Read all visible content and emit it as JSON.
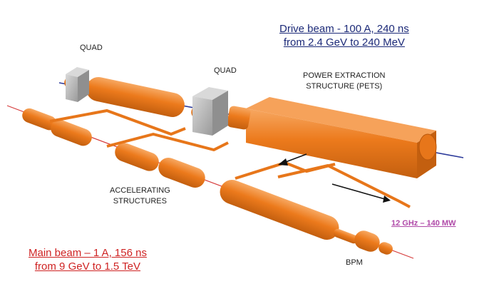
{
  "colors": {
    "copper": "#ec7a1c",
    "copper_light": "#f6a25a",
    "copper_dark": "#c35f0f",
    "drive_title": "#1c2a78",
    "main_title": "#cf2323",
    "rf_label": "#b04aa8",
    "drive_axis": "#2c3a9a",
    "main_axis": "#d63c3c",
    "quad_gray": "#b9b9b9"
  },
  "drive_beam": {
    "line1": "Drive beam - 100 A, 240 ns",
    "line2": "from 2.4 GeV to 240 MeV"
  },
  "main_beam": {
    "line1": "Main beam – 1 A, 156 ns",
    "line2": "from 9 GeV to 1.5 TeV"
  },
  "labels": {
    "quad_left": "QUAD",
    "quad_right": "QUAD",
    "pets_line1": "POWER EXTRACTION",
    "pets_line2": "STRUCTURE (PETS)",
    "acc_line1": "ACCELERATING",
    "acc_line2": "STRUCTURES",
    "bpm": "BPM",
    "rf_power": "12 GHz – 140 MW"
  },
  "icons": {
    "power_flow_arrow": "arrow-left-icon",
    "beam_direction_arrow": "arrow-right-icon"
  }
}
